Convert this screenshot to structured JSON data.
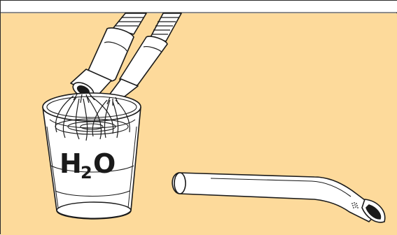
{
  "colors": {
    "background": "#FDDA9B",
    "line": "#1a1a1a",
    "object_fill": "#ffffff"
  },
  "icons": [
    "water-glass",
    "suction-hoses",
    "suction-cannula"
  ],
  "label": {
    "symbol_main": "H",
    "subscript": "2",
    "symbol_end": "O"
  }
}
